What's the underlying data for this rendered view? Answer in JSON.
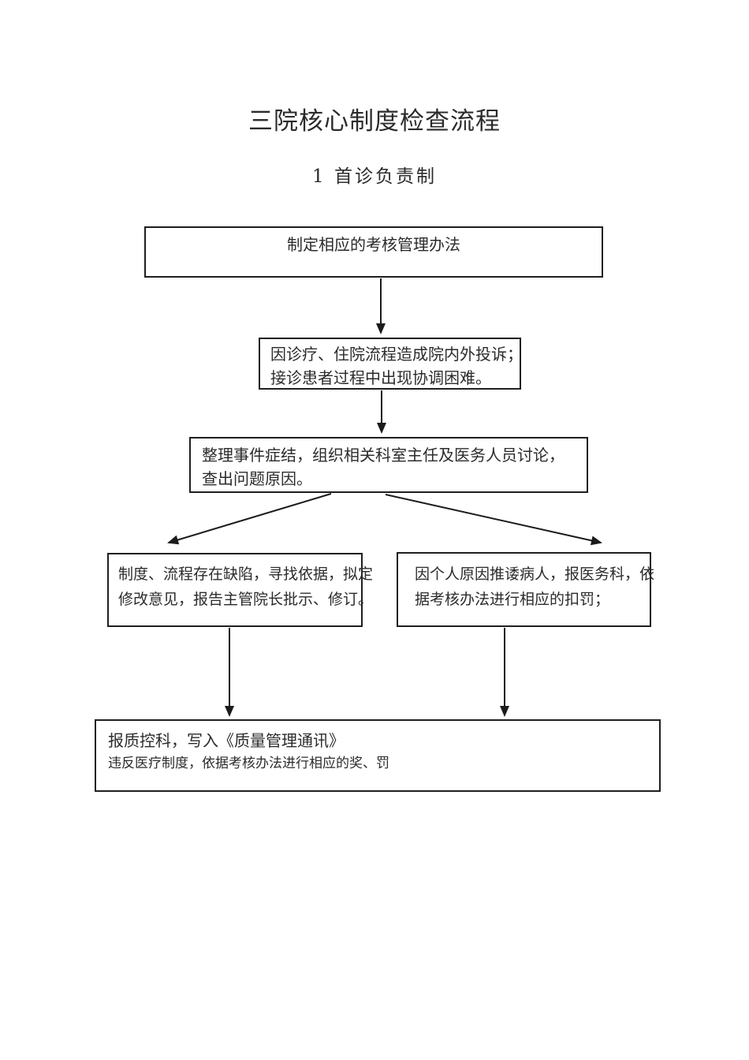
{
  "page": {
    "title": "三院核心制度检查流程",
    "subtitle": "1 首诊负责制"
  },
  "flowchart": {
    "box_top": {
      "text": "制定相应的考核管理办法"
    },
    "box_complaint": {
      "lines": [
        "因诊疗、住院流程造成院内外投诉；",
        "接诊患者过程中出现协调困难。"
      ]
    },
    "box_analyze": {
      "lines": [
        "整理事件症结，组织相关科室主任及医务人员讨论，",
        "查出问题原因。"
      ]
    },
    "box_defect": {
      "lines": [
        "制度、流程存在缺陷，寻找依据，拟定",
        "修改意见，报告主管院长批示、修订。"
      ]
    },
    "box_personal": {
      "lines": [
        "因个人原因推诿病人，报医务科，依",
        "据考核办法进行相应的扣罚；"
      ]
    },
    "box_report": {
      "lines": [
        "报质控科，写入《质量管理通讯》",
        "违反医疗制度，依据考核办法进行相应的奖、罚"
      ]
    }
  }
}
